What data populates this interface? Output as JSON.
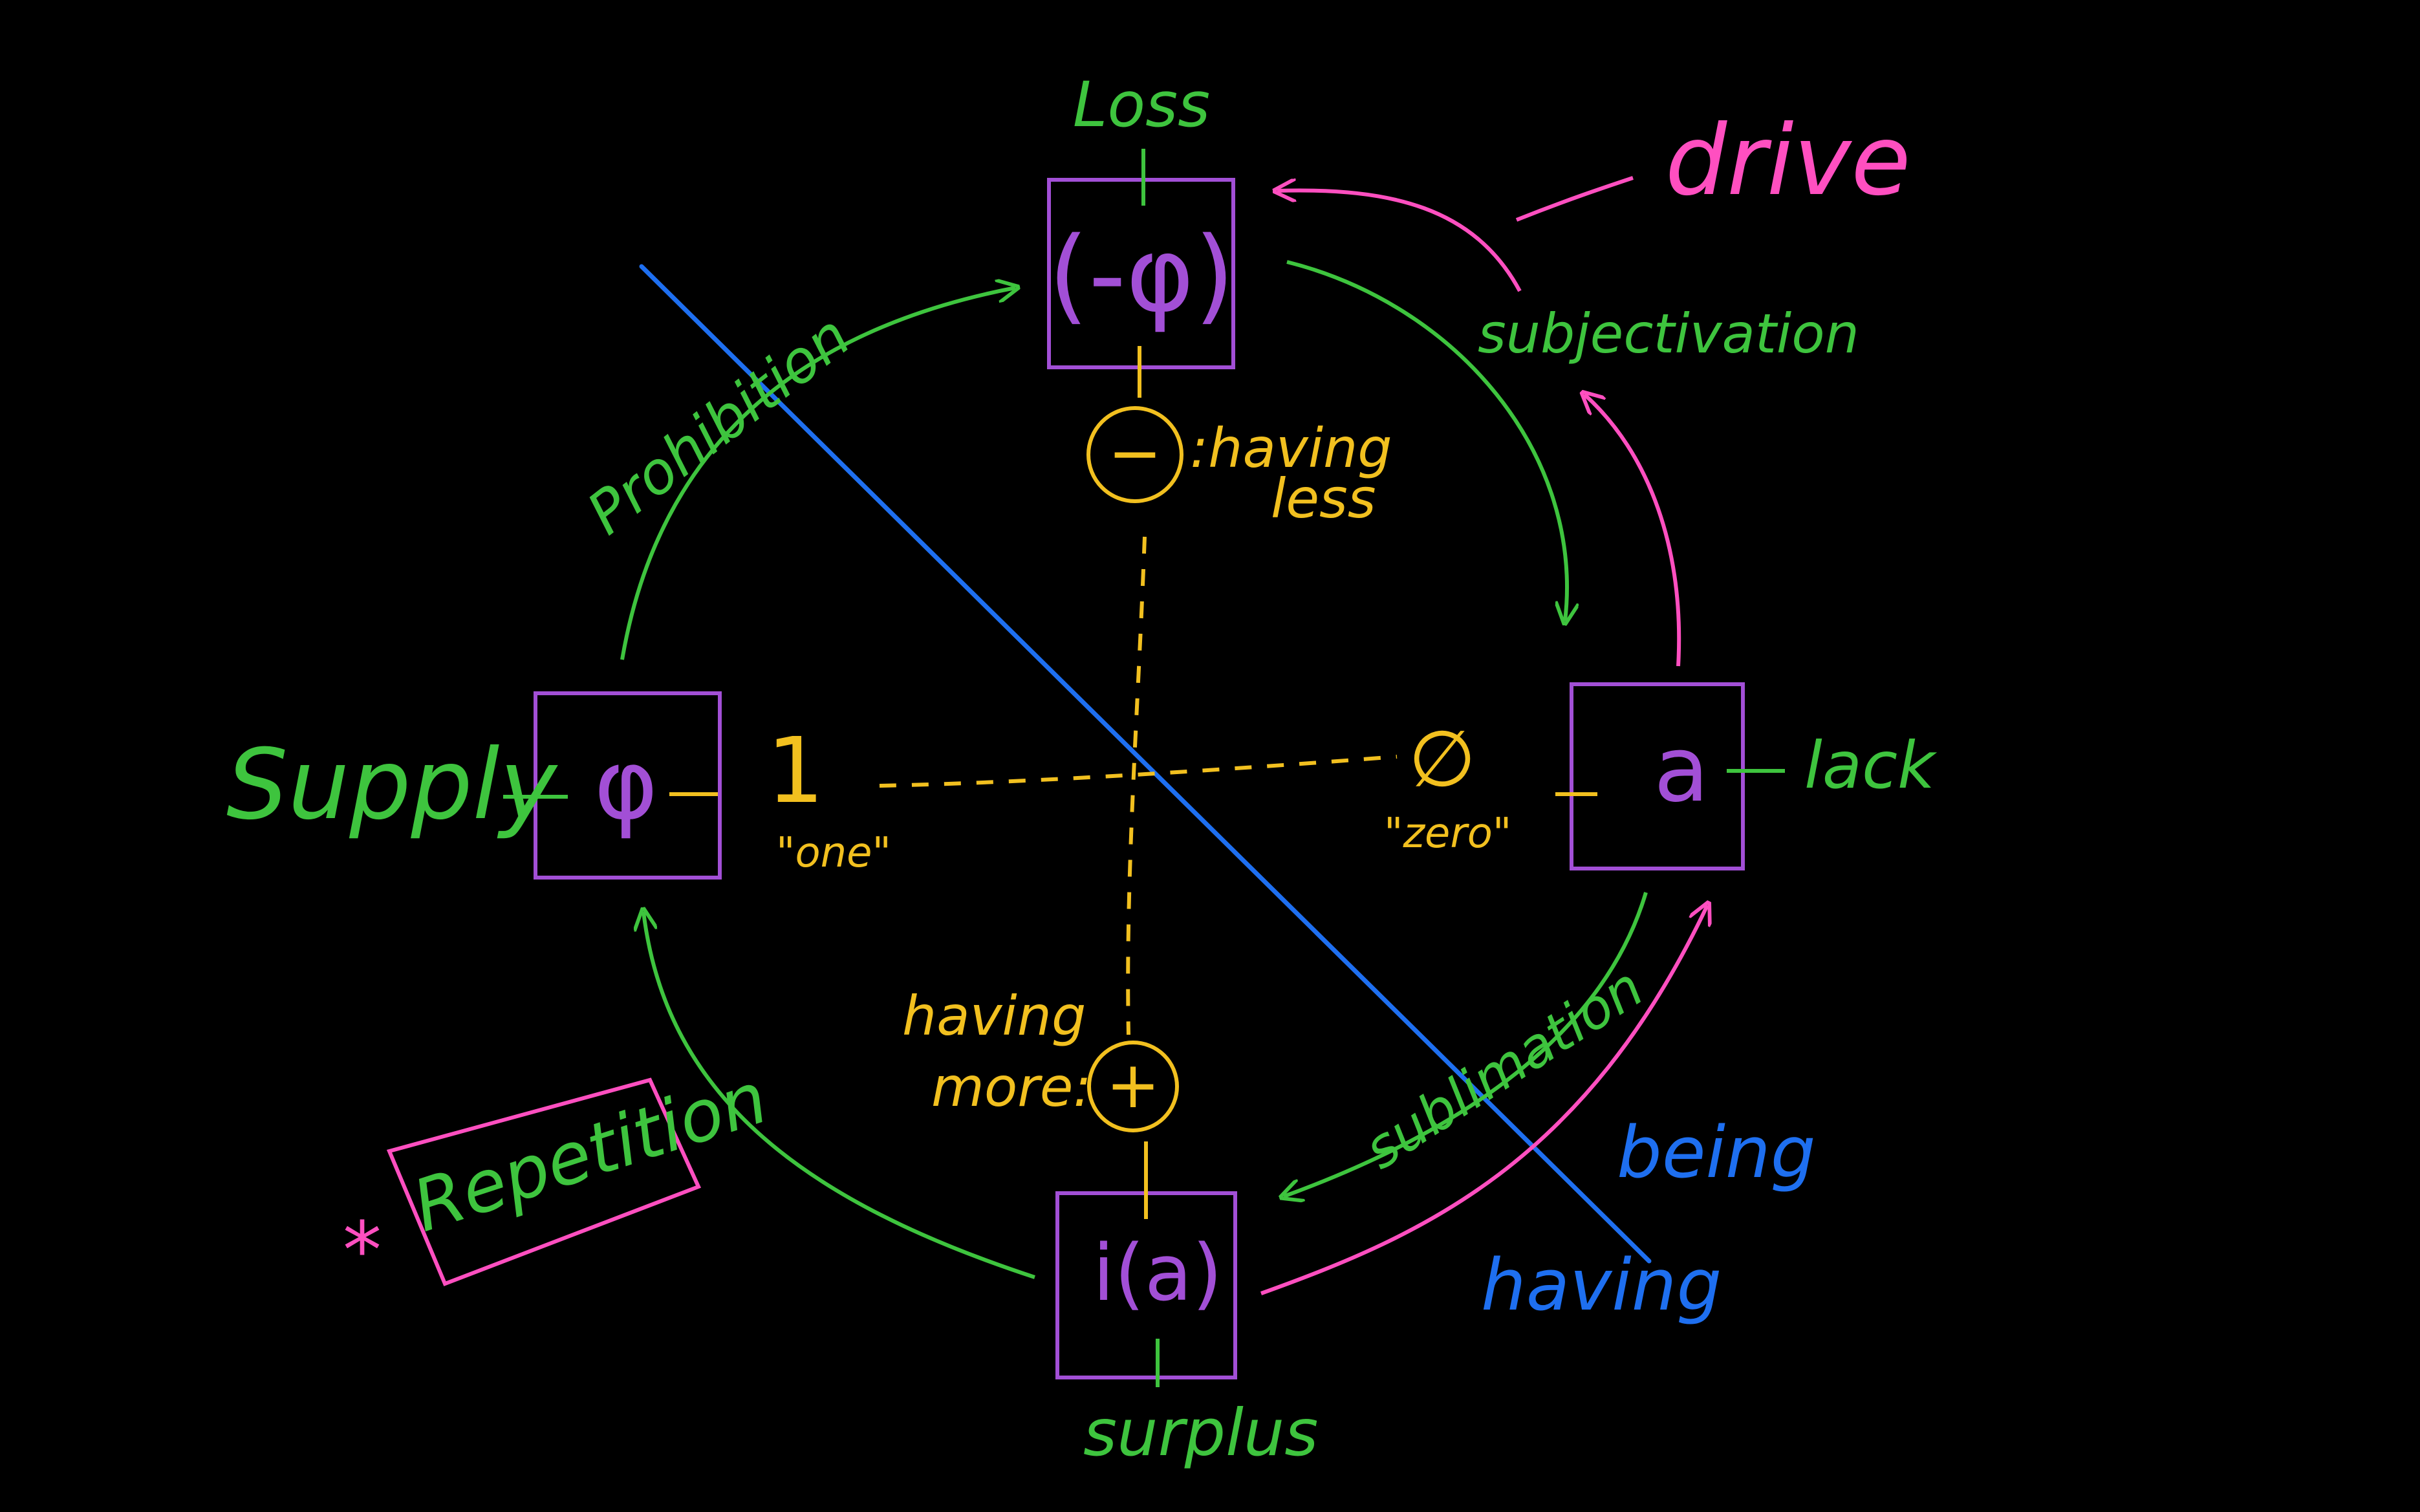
{
  "colors": {
    "background": "#000000",
    "green": "#3ec43e",
    "purple": "#a24fd6",
    "yellow": "#f2c01f",
    "pink": "#ff4fc0",
    "blue": "#1e6ff0"
  },
  "boxes": {
    "top": "(-φ)",
    "left": "φ",
    "right": "a",
    "bottom": "i(a)"
  },
  "outer_labels": {
    "top": "Loss",
    "left": "Supply",
    "right": "lack",
    "bottom": "surplus"
  },
  "arcs": {
    "prohibition": "Prohibition",
    "subjectivation": "subjectivation",
    "sublimation": "sublimation"
  },
  "center": {
    "one": "1",
    "one_quote": "\"one\"",
    "zero": "∅",
    "zero_quote": "\"zero\"",
    "minus": "−",
    "having_less_line1": ":having",
    "having_less_line2": "less",
    "plus": "+",
    "having_more_line1": "having",
    "having_more_line2": "more:"
  },
  "annotations": {
    "drive": "drive",
    "being": "being",
    "having": "having",
    "repetition": "Repetition",
    "asterisk": "*"
  }
}
